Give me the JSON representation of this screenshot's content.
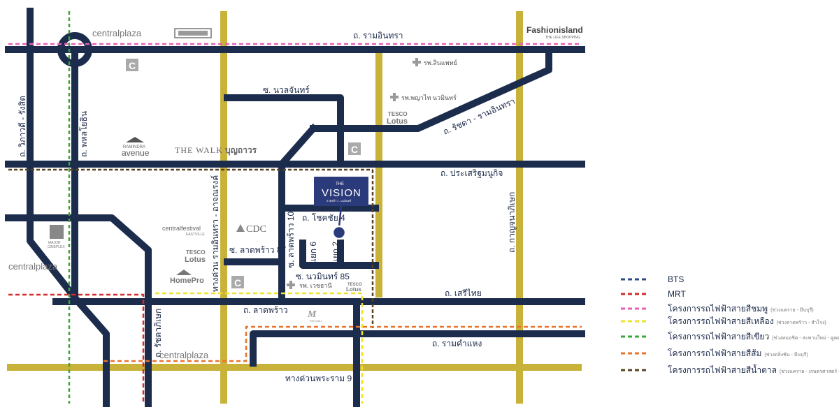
{
  "colors": {
    "road": "#1b2c4c",
    "expressway": "#c9b23a",
    "bts": "#2c4a86",
    "mrt": "#d42b2b",
    "pink": "#e85fb8",
    "yellow": "#f0e22e",
    "green": "#3aa63a",
    "orange": "#e8732e",
    "brown": "#5a4320",
    "vision_box": "#2b3a7a"
  },
  "roads": {
    "ramintra": "ถ. รามอินทรา",
    "sukhaphiban1": "ถ. ประเสริฐมนูกิจ",
    "serithai": "ถ. เสรีไทย",
    "ladprao": "ถ. ลาดพร้าว",
    "ramkhamhaeng": "ถ. รามคำแหง",
    "vibhavadi": "ถ. วิภาวดี - รังสิต",
    "phaholyothin": "ถ. พหลโยธิน",
    "ratchadaphisek": "ถ. รัชดาภิเษก",
    "ratchada_ramintra": "ถ. รัชดา - รามอินทรา",
    "soi_nuanchan": "ซ. นวลจันทร์",
    "pradit_manutham": "ทางด่วน รามอินทรา - อาจณรงค์",
    "ladprao87": "ซ. ลาดพร้าว 87",
    "ladprao101": "ซ. ลาดพร้าว 101",
    "chokchai4": "ถ. โชคชัย 4",
    "yaek6": "แยก 6",
    "yaek2": "แยก 2",
    "nuanchan85": "ซ. นวมินทร์ 85",
    "kanchanaphisek": "ถ. กาญจนาภิเษก",
    "expressway_rama9": "ทางด่วนพระราม 9"
  },
  "places": {
    "central_plaza_top": "centralplaza",
    "fashion_island": "Fashionisland",
    "fashion_island_sub": "THE LIFE SHOPPING",
    "hospital_synphaet": "รพ.สินแพทย์",
    "hospital_phyathai": "รพ.พญาไท นวมินทร์",
    "tesco_top_1": "TESCO",
    "tesco_top_2": "Lotus",
    "avenue_1": "RAMINDRA",
    "avenue_2": "avenue",
    "the_walk": "THE WALK",
    "bangkok_walk": "บุญถาวร",
    "major": "MAJOR",
    "major_sub": "CINEPLEX",
    "central_plaza_left": "centralplaza",
    "central_festival_1": "centralfestival",
    "central_festival_2": "EASTVILLE",
    "cdc": "CDC",
    "tesco_mid_1": "TESCO",
    "tesco_mid_2": "Lotus",
    "homepro": "HomePro",
    "hospital_vejthani": "รพ. เวชธานี",
    "tesco_low_1": "TESCO",
    "tesco_low_2": "Lotus",
    "the_mall": "THE MALL",
    "central_plaza_bottom": "centralplaza",
    "vision_top": "THE",
    "vision_main": "VISION",
    "vision_sub": "ลาดพร้าว - นวมินทร์"
  },
  "legend": [
    {
      "label": "BTS",
      "note": "",
      "color_key": "bts"
    },
    {
      "label": "MRT",
      "note": "",
      "color_key": "mrt"
    },
    {
      "label": "โครงการรถไฟฟ้าสายสีชมพู",
      "note": "(ช่วงแคราย - มีนบุรี)",
      "color_key": "pink"
    },
    {
      "label": "โครงการรถไฟฟ้าสายสีเหลือง",
      "note": "(ช่วงลาดพร้าว - สำโรง)",
      "color_key": "yellow"
    },
    {
      "label": "โครงการรถไฟฟ้าสายสีเขียว",
      "note": "(ช่วงหมอชิต - สะพานใหม่ - คูคต)",
      "color_key": "green"
    },
    {
      "label": "โครงการรถไฟฟ้าสายสีส้ม",
      "note": "(ช่วงตลิ่งชัน - มีนบุรี)",
      "color_key": "orange"
    },
    {
      "label": "โครงการรถไฟฟ้าสายสีน้ำตาล",
      "note": "(ช่วงแคราย - เกษตรศาสตร์ - ลำสาลี)",
      "color_key": "brown"
    }
  ]
}
